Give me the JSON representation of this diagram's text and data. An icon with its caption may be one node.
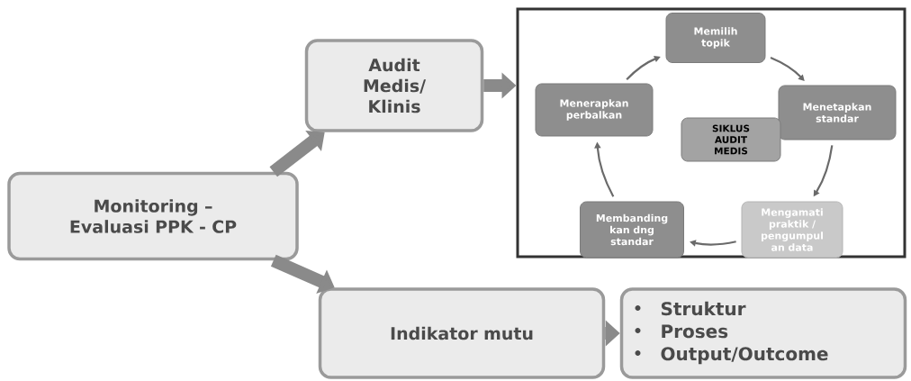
{
  "diagram": {
    "nodes": [
      {
        "text": [
          "Monitoring – Evaluasi PPK - CP"
        ]
      },
      {
        "text": [
          "Audit Medis/ Klinis"
        ]
      },
      {
        "text": [],
        "shape": "box"
      },
      {
        "text": [
          "Memilih topik"
        ],
        "in": 2
      },
      {
        "text": [
          "Menetapkan standar"
        ],
        "in": 2
      },
      {
        "text": [
          "Mengamati praktik / pengumpul an data"
        ],
        "in": 2
      },
      {
        "text": [
          "Membanding kan dng standar"
        ],
        "in": 2
      },
      {
        "text": [
          "Menerapkan perbalkan"
        ],
        "in": 2
      },
      {
        "text": [
          "SIKLUS AUDIT MEDIS"
        ],
        "in": 2
      },
      {
        "text": [
          "Indikator mutu"
        ]
      },
      {
        "text": [
          "Struktur",
          "Proses",
          "Output/Outcome"
        ]
      }
    ],
    "edges": [
      {
        "from": 0,
        "to": 1,
        "arrow": "to",
        "style": "thick"
      },
      {
        "from": 0,
        "to": 9,
        "arrow": "to",
        "style": "thick"
      },
      {
        "from": 1,
        "to": 2,
        "arrow": "to",
        "style": "thick"
      },
      {
        "from": 9,
        "to": 10,
        "arrow": "to",
        "style": "thick"
      },
      {
        "from": 7,
        "to": 3,
        "arrow": "to"
      },
      {
        "from": 3,
        "to": 4,
        "arrow": "to"
      },
      {
        "from": 4,
        "to": 5,
        "arrow": "to"
      },
      {
        "from": 5,
        "to": 6,
        "arrow": "to"
      },
      {
        "from": 6,
        "to": 7,
        "arrow": "to"
      }
    ]
  }
}
